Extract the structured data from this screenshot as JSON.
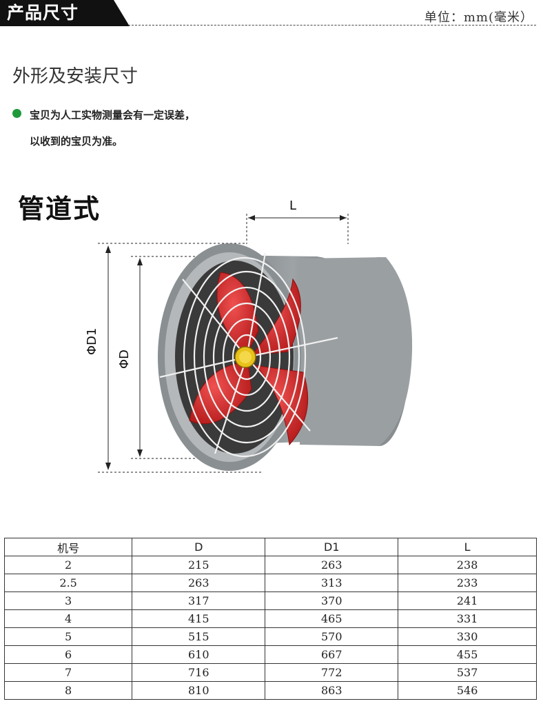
{
  "header": {
    "title": "产品尺寸",
    "unit": "单位：mm(毫米）"
  },
  "section": {
    "title": "外形及安装尺寸",
    "note_line1": "宝贝为人工实物测量会有一定误差，",
    "note_line2": "以收到的宝贝为准。"
  },
  "figure": {
    "model_type": "管道式",
    "label_L": "L",
    "label_D1": "ΦD1",
    "label_D": "ΦD",
    "colors": {
      "body": "#8d9295",
      "blade": "#d42a2a",
      "guard": "#f2f2f2",
      "hub": "#e8c21a"
    }
  },
  "table": {
    "headers": [
      "机号",
      "D",
      "D1",
      "L"
    ],
    "rows": [
      [
        "2",
        "215",
        "263",
        "238"
      ],
      [
        "2.5",
        "263",
        "313",
        "233"
      ],
      [
        "3",
        "317",
        "370",
        "241"
      ],
      [
        "4",
        "415",
        "465",
        "331"
      ],
      [
        "5",
        "515",
        "570",
        "330"
      ],
      [
        "6",
        "610",
        "667",
        "455"
      ],
      [
        "7",
        "716",
        "772",
        "537"
      ],
      [
        "8",
        "810",
        "863",
        "546"
      ]
    ]
  }
}
